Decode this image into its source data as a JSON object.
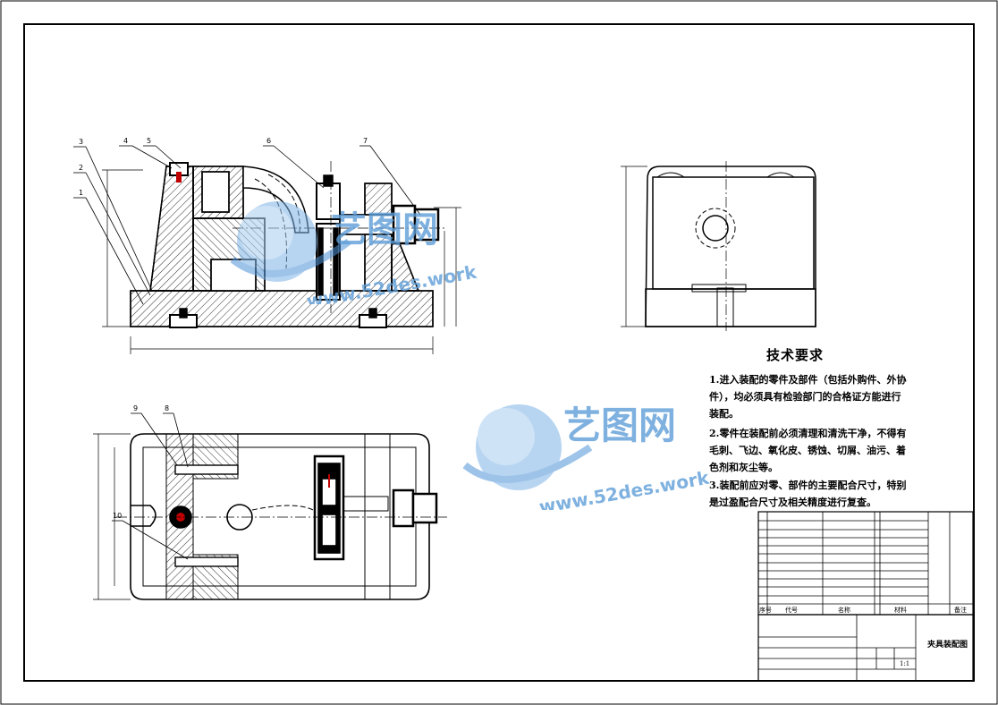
{
  "watermark": {
    "brand": "艺图网",
    "url": "www.52des.work",
    "color": "#4f93d8"
  },
  "tech_requirements": {
    "title": "技术要求",
    "lines": [
      "1.进入装配的零件及部件（包括外购件、外协",
      "件），均必须具有检验部门的合格证方能进行",
      "装配。",
      "2.零件在装配前必须清理和清洗干净，不得有",
      "毛刺、飞边、氧化皮、锈蚀、切屑、油污、着",
      "色剂和灰尘等。",
      "3.装配前应对零、部件的主要配合尺寸，特别",
      "是过盈配合尺寸及相关精度进行复查。"
    ]
  },
  "balloons": {
    "front": [
      "3",
      "4",
      "5",
      "6",
      "7",
      "2",
      "1"
    ],
    "plan": [
      "9",
      "8",
      "10"
    ]
  },
  "bom_header": {
    "seq": "序号",
    "code": "代号",
    "name": "名称",
    "material": "材料",
    "remark": "备注"
  },
  "title_block": {
    "drawing_title": "夹具装配图",
    "scale": "1:1"
  }
}
